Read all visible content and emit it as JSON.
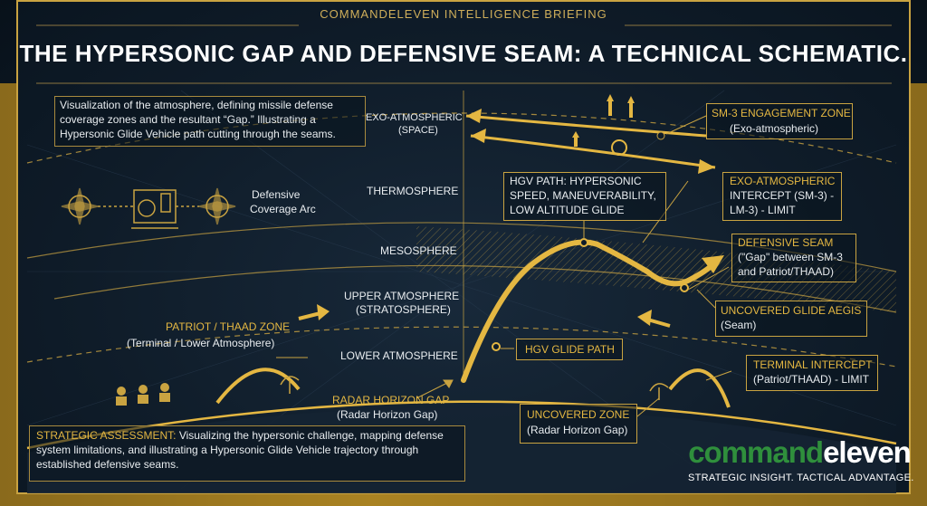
{
  "header": {
    "kicker": "COMMANDELEVEN INTELLIGENCE BRIEFING",
    "title": "THE HYPERSONIC GAP AND DEFENSIVE SEAM: A TECHNICAL SCHEMATIC."
  },
  "intro": "Visualization of the atmosphere, defining missile defense coverage zones and the resultant “Gap.” Illustrating a Hypersonic Glide Vehicle path cutting through the seams.",
  "layers": {
    "exo_1": "EXO-ATMOSPHERIC",
    "exo_2": "(SPACE)",
    "thermo": "THERMOSPHERE",
    "meso": "MESOSPHERE",
    "upper_1": "UPPER ATMOSPHERE",
    "upper_2": "(STRATOSPHERE)",
    "lower": "LOWER ATMOSPHERE"
  },
  "defensive_arc": {
    "line1": "Defensive",
    "line2": "Coverage Arc"
  },
  "callouts": {
    "sm3": {
      "title": "SM-3 ENGAGEMENT ZONE",
      "sub": "(Exo-atmospheric)"
    },
    "hgv_path": {
      "line1": "HGV PATH: HYPERSONIC",
      "line2": "SPEED, MANEUVERABILITY,",
      "line3": "LOW ALTITUDE GLIDE"
    },
    "exo_intercept": {
      "line1": "EXO-ATMOSPHERIC",
      "line2": "INTERCEPT (SM-3) -",
      "line3": "LM-3) - LIMIT"
    },
    "seam": {
      "title": "DEFENSIVE SEAM",
      "line2": "(\"Gap\" between SM-3",
      "line3": "and Patriot/THAAD)"
    },
    "uncovered_glide": {
      "line1": "UNCOVERED GLIDE AEGIS",
      "line2": "(Seam)"
    },
    "patriot": {
      "title": "PATRIOT / THAAD ZONE",
      "sub": "(Terminal / Lower Atmosphere)"
    },
    "hgv_glide": "HGV GLIDE PATH",
    "terminal": {
      "line1": "TERMINAL INTERCEPT",
      "line2": "(Patriot/THAAD) - LIMIT"
    },
    "radar": {
      "title": "RADAR HORIZON GAP",
      "sub": "(Radar Horizon Gap)"
    },
    "uncovered_zone": {
      "title": "UNCOVERED ZONE",
      "sub": "(Radar Horizon Gap)"
    }
  },
  "assessment": {
    "label": "STRATEGIC ASSESSMENT:",
    "text1": " Visualizing the hypersonic challenge, mapping defense",
    "line2": "system limitations, and illustrating a Hypersonic Glide Vehicle trajectory through",
    "line3": "established defensive seams."
  },
  "brand": {
    "part1": "command",
    "part2": "eleven",
    "tagline": "STRATEGIC INSIGHT. TACTICAL ADVANTAGE."
  },
  "colors": {
    "gold": "#e4b742",
    "brand_green": "#2f8f3c",
    "navy": "#0f1c29"
  }
}
